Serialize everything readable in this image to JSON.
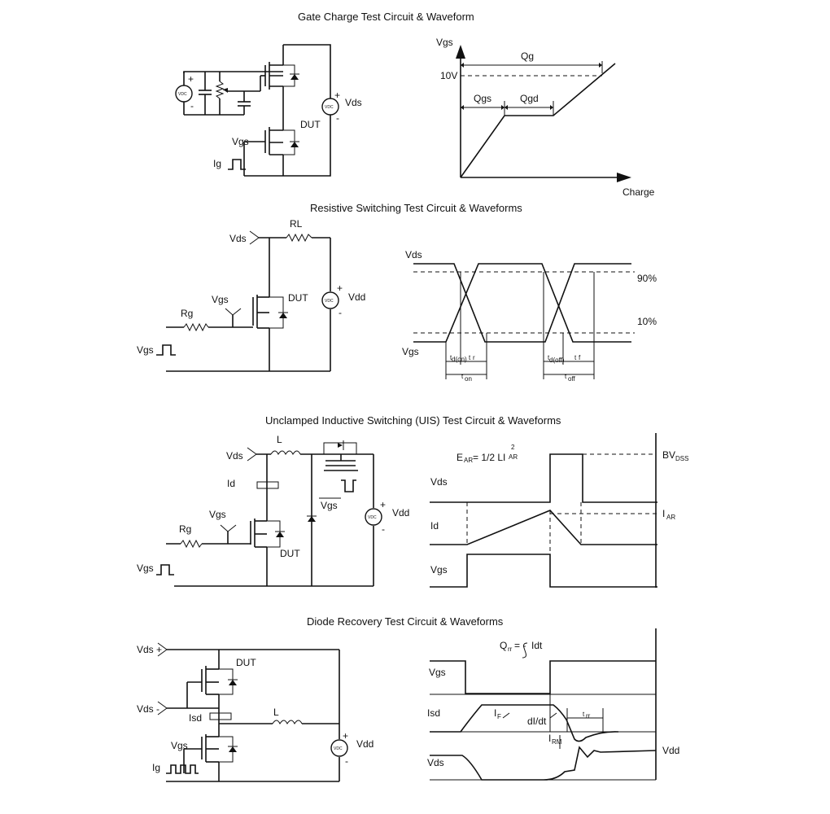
{
  "titles": {
    "gate_charge": "Gate Charge Test Circuit & Waveform",
    "resistive": "Resistive Switching Test Circuit & Waveforms",
    "uis": "Unclamped Inductive Switching (UIS) Test Circuit & Waveforms",
    "diode": "Diode Recovery Test Circuit & Waveforms"
  },
  "gate_charge": {
    "source_label": "VDC",
    "plus": "+",
    "minus": "-",
    "dut": "DUT",
    "vgs": "Vgs",
    "ig": "Ig",
    "vds": "Vds",
    "waveform": {
      "y_axis": "Vgs",
      "x_axis": "Charge",
      "level": "10V",
      "qg": "Qg",
      "qgs": "Qgs",
      "qgd": "Qgd"
    }
  },
  "resistive": {
    "vds": "Vds",
    "rl": "RL",
    "dut": "DUT",
    "vgs_top": "Vgs",
    "rg": "Rg",
    "vgs_pulse": "Vgs",
    "vdd": "Vdd",
    "source_label": "VDC",
    "waveform": {
      "vds": "Vds",
      "vgs": "Vgs",
      "p90": "90%",
      "p10": "10%",
      "td_on_t": "t",
      "td_on_s": "d(on)",
      "tr_t": "t",
      "tr_s": "r",
      "ton_t": "t",
      "ton_s": "on",
      "td_off_t": "t",
      "td_off_s": "d(off)",
      "tf_t": "t",
      "tf_s": "f",
      "toff_t": "t",
      "toff_s": "off"
    }
  },
  "uis": {
    "vds": "Vds",
    "l": "L",
    "id": "Id",
    "vgs_top": "Vgs",
    "rg": "Rg",
    "dut": "DUT",
    "vgs_pulse": "Vgs",
    "vgs_bar": "Vgs",
    "vdd": "Vdd",
    "source_label": "VDC",
    "waveform": {
      "energy_e": "E",
      "energy_sub": "AR",
      "energy_eq": "= 1/2 LI",
      "energy_sup": "2",
      "energy_sub2": "AR",
      "vds": "Vds",
      "id": "Id",
      "vgs": "Vgs",
      "bv": "BV",
      "bv_sub": "DSS",
      "iar": "I",
      "iar_sub": "AR"
    }
  },
  "diode": {
    "vds_plus": "Vds +",
    "vds_minus": "Vds -",
    "dut": "DUT",
    "isd": "Isd",
    "l": "L",
    "vgs": "Vgs",
    "ig": "Ig",
    "vdd": "Vdd",
    "source_label": "VDC",
    "waveform": {
      "qrr_q": "Q",
      "qrr_sub": "rr",
      "qrr_eq": "= -",
      "qrr_int": "Idt",
      "vgs": "Vgs",
      "isd": "Isd",
      "vds": "Vds",
      "if": "I",
      "if_sub": "F",
      "didt": "dI/dt",
      "trr": "t",
      "trr_sub": "rr",
      "irm": "I",
      "irm_sub": "RM",
      "vdd": "Vdd"
    }
  }
}
